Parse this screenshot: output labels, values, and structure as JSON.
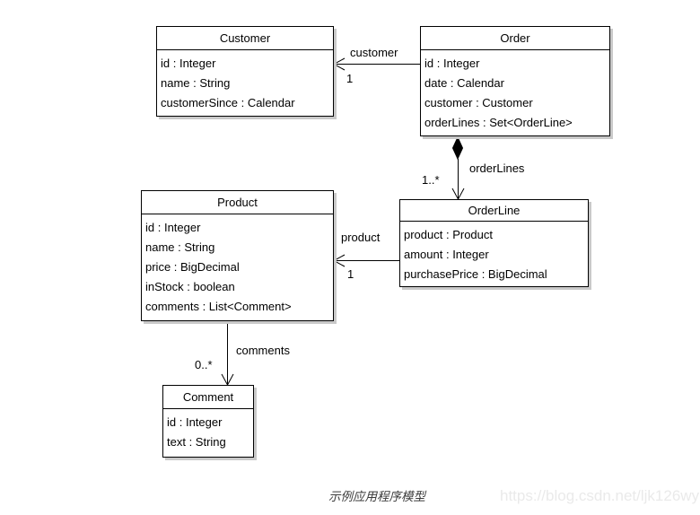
{
  "diagram": {
    "kind": "uml-class-diagram",
    "classes": {
      "customer": {
        "title": "Customer",
        "attributes": [
          "id : Integer",
          "name : String",
          "customerSince : Calendar"
        ]
      },
      "order": {
        "title": "Order",
        "attributes": [
          "id : Integer",
          "date : Calendar",
          "customer : Customer",
          "orderLines : Set<OrderLine>"
        ]
      },
      "product": {
        "title": "Product",
        "attributes": [
          "id : Integer",
          "name : String",
          "price : BigDecimal",
          "inStock : boolean",
          "comments : List<Comment>"
        ]
      },
      "orderline": {
        "title": "OrderLine",
        "attributes": [
          "product : Product",
          "amount : Integer",
          "purchasePrice : BigDecimal"
        ]
      },
      "comment": {
        "title": "Comment",
        "attributes": [
          "id : Integer",
          "text : String"
        ]
      }
    },
    "associations": {
      "order_customer": {
        "label": "customer",
        "multiplicity": "1"
      },
      "order_orderlines": {
        "label": "orderLines",
        "multiplicity": "1..*"
      },
      "orderline_product": {
        "label": "product",
        "multiplicity": "1"
      },
      "product_comments": {
        "label": "comments",
        "multiplicity": "0..*"
      }
    },
    "caption": "示例应用程序模型",
    "watermark": "https://blog.csdn.net/ljk126wy",
    "colors": {
      "background": "#ffffff",
      "line": "#000000",
      "box_fill": "#ffffff",
      "box_shadow": "#c9c9c9",
      "caption_text": "#3a3a3a",
      "watermark_text": "#eaeaea"
    }
  }
}
